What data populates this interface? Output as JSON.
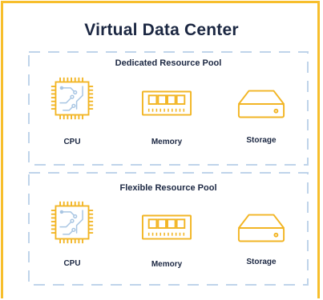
{
  "title": "Virtual Data Center",
  "colors": {
    "frame": "#F7BE2C",
    "dash": "#BFD4EA",
    "icon_outline": "#F2B524",
    "text": "#1B2742",
    "circuit": "#A9C6E3"
  },
  "pools": [
    {
      "title": "Dedicated Resource Pool",
      "resources": [
        {
          "label": "CPU",
          "icon": "cpu-chip-icon"
        },
        {
          "label": "Memory",
          "icon": "memory-module-icon"
        },
        {
          "label": "Storage",
          "icon": "storage-drive-icon"
        }
      ]
    },
    {
      "title": "Flexible Resource Pool",
      "resources": [
        {
          "label": "CPU",
          "icon": "cpu-chip-icon"
        },
        {
          "label": "Memory",
          "icon": "memory-module-icon"
        },
        {
          "label": "Storage",
          "icon": "storage-drive-icon"
        }
      ]
    }
  ]
}
